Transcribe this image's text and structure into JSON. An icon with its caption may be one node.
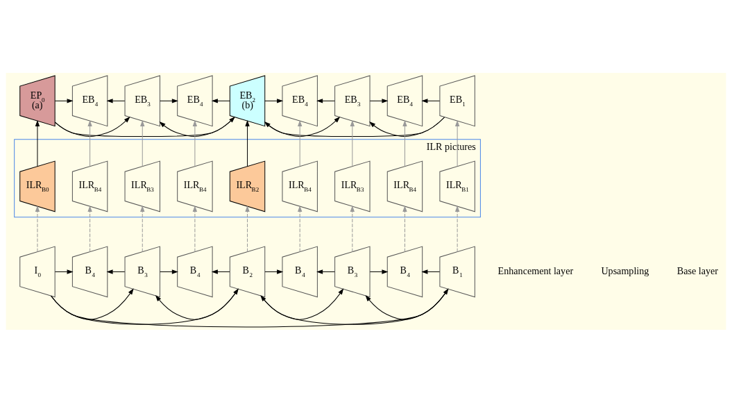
{
  "diagram": {
    "nodes": [
      {
        "text": [
          "EP$_{0}$",
          "(a)"
        ]
      },
      {
        "text": [
          "EB$_{4}$"
        ]
      },
      {
        "text": [
          "EB$_{3}$"
        ]
      },
      {
        "text": [
          "EB$_{4}$"
        ]
      },
      {
        "text": [
          "EB$_{2}$",
          "(b)"
        ]
      },
      {
        "text": [
          "EB$_{4}$"
        ]
      },
      {
        "text": [
          "EB$_{3}$"
        ]
      },
      {
        "text": [
          "EB$_{4}$"
        ]
      },
      {
        "text": [
          "EB$_{1}$"
        ]
      },
      {
        "text": [
          "ILR pictures"
        ]
      },
      {
        "text": [
          "ILR$_{B0}$"
        ],
        "in": 9
      },
      {
        "text": [
          "ILR$_{B4}$"
        ],
        "in": 9
      },
      {
        "text": [
          "ILR$_{B3}$"
        ],
        "in": 9
      },
      {
        "text": [
          "ILR$_{B4}$"
        ],
        "in": 9
      },
      {
        "text": [
          "ILR$_{B2}$"
        ],
        "in": 9
      },
      {
        "text": [
          "ILR$_{B4}$"
        ],
        "in": 9
      },
      {
        "text": [
          "ILR$_{B3}$"
        ],
        "in": 9
      },
      {
        "text": [
          "ILR$_{B4}$"
        ],
        "in": 9
      },
      {
        "text": [
          "ILR$_{B1}$"
        ],
        "in": 9
      },
      {
        "text": [
          "I$_{0}$"
        ]
      },
      {
        "text": [
          "B$_{4}$"
        ]
      },
      {
        "text": [
          "B$_{3}$"
        ]
      },
      {
        "text": [
          "B$_{4}$"
        ]
      },
      {
        "text": [
          "B$_{2}$"
        ]
      },
      {
        "text": [
          "B$_{4}$"
        ]
      },
      {
        "text": [
          "B$_{3}$"
        ]
      },
      {
        "text": [
          "B$_{4}$"
        ]
      },
      {
        "text": [
          "B$_{1}$"
        ]
      }
    ],
    "edges": [
      {
        "from": 0,
        "to": 1,
        "arrow": "to"
      },
      {
        "from": 2,
        "to": 1,
        "arrow": "to"
      },
      {
        "from": 2,
        "to": 3,
        "arrow": "to"
      },
      {
        "from": 4,
        "to": 3,
        "arrow": "to"
      },
      {
        "from": 4,
        "to": 5,
        "arrow": "to"
      },
      {
        "from": 6,
        "to": 5,
        "arrow": "to"
      },
      {
        "from": 6,
        "to": 7,
        "arrow": "to"
      },
      {
        "from": 8,
        "to": 7,
        "arrow": "to"
      },
      {
        "from": 0,
        "to": 2,
        "arrow": "to"
      },
      {
        "from": 0,
        "to": 4,
        "arrow": "to"
      },
      {
        "from": 4,
        "to": 2,
        "arrow": "to"
      },
      {
        "from": 8,
        "to": 4,
        "arrow": "to"
      },
      {
        "from": 4,
        "to": 6,
        "arrow": "to"
      },
      {
        "from": 8,
        "to": 6,
        "arrow": "to"
      },
      {
        "from": 10,
        "to": 0,
        "arrow": "to"
      },
      {
        "from": 11,
        "to": 1,
        "arrow": "to",
        "color": "#999999"
      },
      {
        "from": 12,
        "to": 2,
        "arrow": "to",
        "color": "#999999"
      },
      {
        "from": 13,
        "to": 3,
        "arrow": "to",
        "color": "#999999"
      },
      {
        "from": 14,
        "to": 4,
        "arrow": "to"
      },
      {
        "from": 15,
        "to": 5,
        "arrow": "to",
        "color": "#999999"
      },
      {
        "from": 16,
        "to": 6,
        "arrow": "to",
        "color": "#999999"
      },
      {
        "from": 17,
        "to": 7,
        "arrow": "to",
        "color": "#999999"
      },
      {
        "from": 18,
        "to": 8,
        "arrow": "to",
        "color": "#999999"
      },
      {
        "from": 19,
        "to": 10,
        "arrow": "to",
        "style": "dashed",
        "color": "#999999"
      },
      {
        "from": 20,
        "to": 11,
        "arrow": "to",
        "style": "dashed",
        "color": "#999999"
      },
      {
        "from": 21,
        "to": 12,
        "arrow": "to",
        "style": "dashed",
        "color": "#999999"
      },
      {
        "from": 22,
        "to": 13,
        "arrow": "to",
        "style": "dashed",
        "color": "#999999"
      },
      {
        "from": 23,
        "to": 14,
        "arrow": "to",
        "style": "dashed",
        "color": "#999999"
      },
      {
        "from": 24,
        "to": 15,
        "arrow": "to",
        "style": "dashed",
        "color": "#999999"
      },
      {
        "from": 25,
        "to": 16,
        "arrow": "to",
        "style": "dashed",
        "color": "#999999"
      },
      {
        "from": 26,
        "to": 17,
        "arrow": "to",
        "style": "dashed",
        "color": "#999999"
      },
      {
        "from": 27,
        "to": 18,
        "arrow": "to",
        "style": "dashed",
        "color": "#999999"
      },
      {
        "from": 19,
        "to": 20,
        "arrow": "to"
      },
      {
        "from": 21,
        "to": 20,
        "arrow": "to"
      },
      {
        "from": 21,
        "to": 22,
        "arrow": "to"
      },
      {
        "from": 23,
        "to": 22,
        "arrow": "to"
      },
      {
        "from": 23,
        "to": 24,
        "arrow": "to"
      },
      {
        "from": 25,
        "to": 24,
        "arrow": "to"
      },
      {
        "from": 25,
        "to": 26,
        "arrow": "to"
      },
      {
        "from": 27,
        "to": 26,
        "arrow": "to"
      },
      {
        "from": 19,
        "to": 21,
        "arrow": "to"
      },
      {
        "from": 19,
        "to": 23,
        "arrow": "to"
      },
      {
        "from": 23,
        "to": 21,
        "arrow": "to"
      },
      {
        "from": 27,
        "to": 23,
        "arrow": "to"
      },
      {
        "from": 23,
        "to": 25,
        "arrow": "to"
      },
      {
        "from": 27,
        "to": 25,
        "arrow": "to"
      },
      {
        "from": 19,
        "to": 27,
        "arrow": "to"
      }
    ],
    "labels": [
      "Enhancement layer",
      "Upsampling",
      "Base layer"
    ]
  }
}
